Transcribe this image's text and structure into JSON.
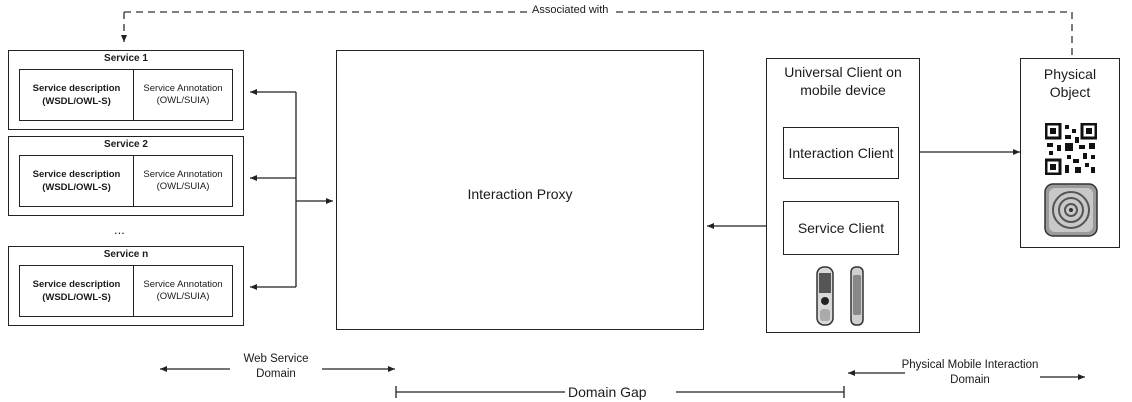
{
  "associated_with_label": "Associated with",
  "services": [
    {
      "title": "Service 1",
      "description": "Service description (WSDL/OWL-S)",
      "annotation": "Service Annotation (OWL/SUIA)"
    },
    {
      "title": "Service 2",
      "description": "Service description (WSDL/OWL-S)",
      "annotation": "Service Annotation (OWL/SUIA)"
    },
    {
      "title": "Service n",
      "description": "Service description (WSDL/OWL-S)",
      "annotation": "Service Annotation (OWL/SUIA)"
    }
  ],
  "ellipsis": "...",
  "interaction_proxy": "Interaction Proxy",
  "universal_client": {
    "title": "Universal Client on mobile device",
    "interaction_client": "Interaction Client",
    "service_client": "Service Client"
  },
  "physical_object": "Physical Object",
  "domains": {
    "web_service": "Web Service Domain",
    "domain_gap": "Domain Gap",
    "physical_mobile": "Physical Mobile Interaction Domain"
  },
  "icons": [
    "qr-code-icon",
    "rfid-tag-icon",
    "mobile-phone-icon"
  ]
}
